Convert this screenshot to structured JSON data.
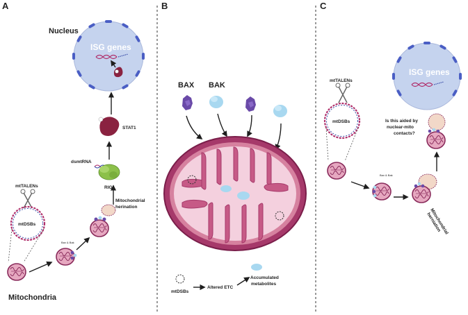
{
  "panels": [
    {
      "letter": "A"
    },
    {
      "letter": "B"
    },
    {
      "letter": "C"
    }
  ],
  "panel_a": {
    "nucleus_label": "Nucleus",
    "isg_label": "ISG genes",
    "stat_label": "STAT1",
    "dsmtrna_label": "dsmtRNA",
    "rig_label": "RIG1",
    "herniation_label_1": "Mitochondrial",
    "herniation_label_2": "herination",
    "talens_label": "mtTALENs",
    "dsbs_label": "mtDSBs",
    "baxbak_label": "Bax & Bak",
    "mito_label": "Mitochondria"
  },
  "panel_b": {
    "bax_label": "BAX",
    "bak_label": "BAK",
    "legend_dsbs": "mtDSBs",
    "legend_etc": "Altered ETC",
    "legend_metab_1": "Accumulated",
    "legend_metab_2": "metabolites"
  },
  "panel_c": {
    "isg_label": "ISG genes",
    "talens_label": "mtTALENs",
    "dsbs_label": "mtDSBs",
    "question_1": "Is this aided by",
    "question_2": "nuclear-mito",
    "question_3": "contacts?",
    "baxbak_label": "Bax & Bak",
    "herniation_label_1": "Mitochondrial",
    "herniation_label_2": "herniation"
  },
  "colors": {
    "nucleus_fill": "#c5d3ee",
    "nucleus_stroke": "#4a5ec4",
    "mito_fill": "#e6a8c0",
    "mito_stroke": "#8a2c5c",
    "mito_inner": "#f6dbe6",
    "bax": "#6a4aa8",
    "bak": "#a8d8f0",
    "stat": "#8a2240",
    "rig": "#8cc04a",
    "dna_pink": "#b0306c",
    "dna_blue": "#3a4ea8"
  }
}
